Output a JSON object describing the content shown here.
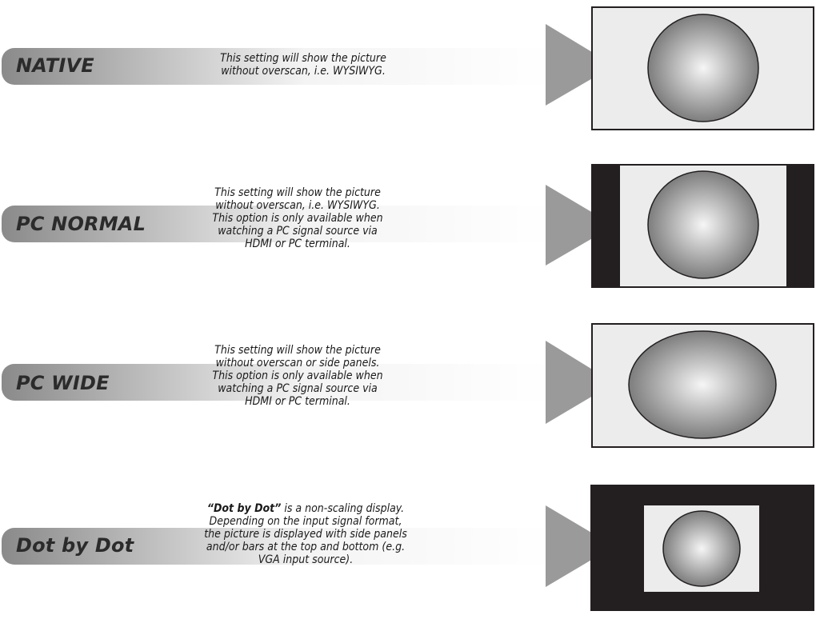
{
  "modes": [
    {
      "label": "NATIVE",
      "description": [
        "This setting will show the picture",
        "without overscan, i.e. WYSIWYG."
      ]
    },
    {
      "label": "PC NORMAL",
      "description": [
        "This setting will show the picture",
        "without overscan, i.e. WYSIWYG.",
        "This option is only available when",
        "watching a PC signal source via",
        "HDMI or PC terminal."
      ]
    },
    {
      "label": "PC WIDE",
      "description": [
        "This setting will show the picture",
        "without overscan or side panels.",
        "This option is only available when",
        "watching a PC signal source via",
        "HDMI or PC terminal."
      ]
    },
    {
      "label": "Dot by Dot",
      "description_bold": "“Dot by Dot”",
      "description_first_rest": " is a non-scaling display.",
      "description": [
        "Depending on the input signal format,",
        "the picture is displayed with side panels",
        "and/or bars at the top and bottom (e.g.",
        "VGA input source)."
      ]
    }
  ],
  "colors": {
    "bar_dark": "#8c8c8c",
    "bar_light": "#ffffff",
    "arrow_head": "#9a9a9a",
    "screen_bg": "#ececec",
    "panel_black": "#231f20",
    "circle_center": "#f4f4f4",
    "circle_edge": "#7a7a7a"
  }
}
